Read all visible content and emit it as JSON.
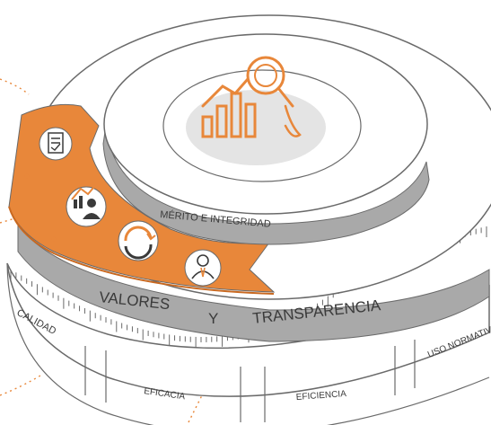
{
  "colors": {
    "orange": "#e8873a",
    "orange_light": "#f2b07a",
    "gray_band": "#a9a9a9",
    "gray_dark": "#7a7a7a",
    "outline": "#6a6a6a",
    "white": "#ffffff"
  },
  "rings": {
    "inner_label": "MÉRITO  E  INTEGRIDAD",
    "middle_label_left": "VALORES",
    "middle_label_join": "Y",
    "middle_label_right": "TRANSPARENCIA"
  },
  "outer_band": {
    "segments": [
      "CALIDAD",
      "EFICACIA",
      "EFICIENCIA",
      "USO NORMATIVO"
    ]
  },
  "icons": {
    "center": "bar-chart-magnifier-icon",
    "on_orange": [
      "checklist-document-icon",
      "growth-chart-person-icon",
      "cycle-arrows-icon",
      "manager-person-icon"
    ]
  }
}
